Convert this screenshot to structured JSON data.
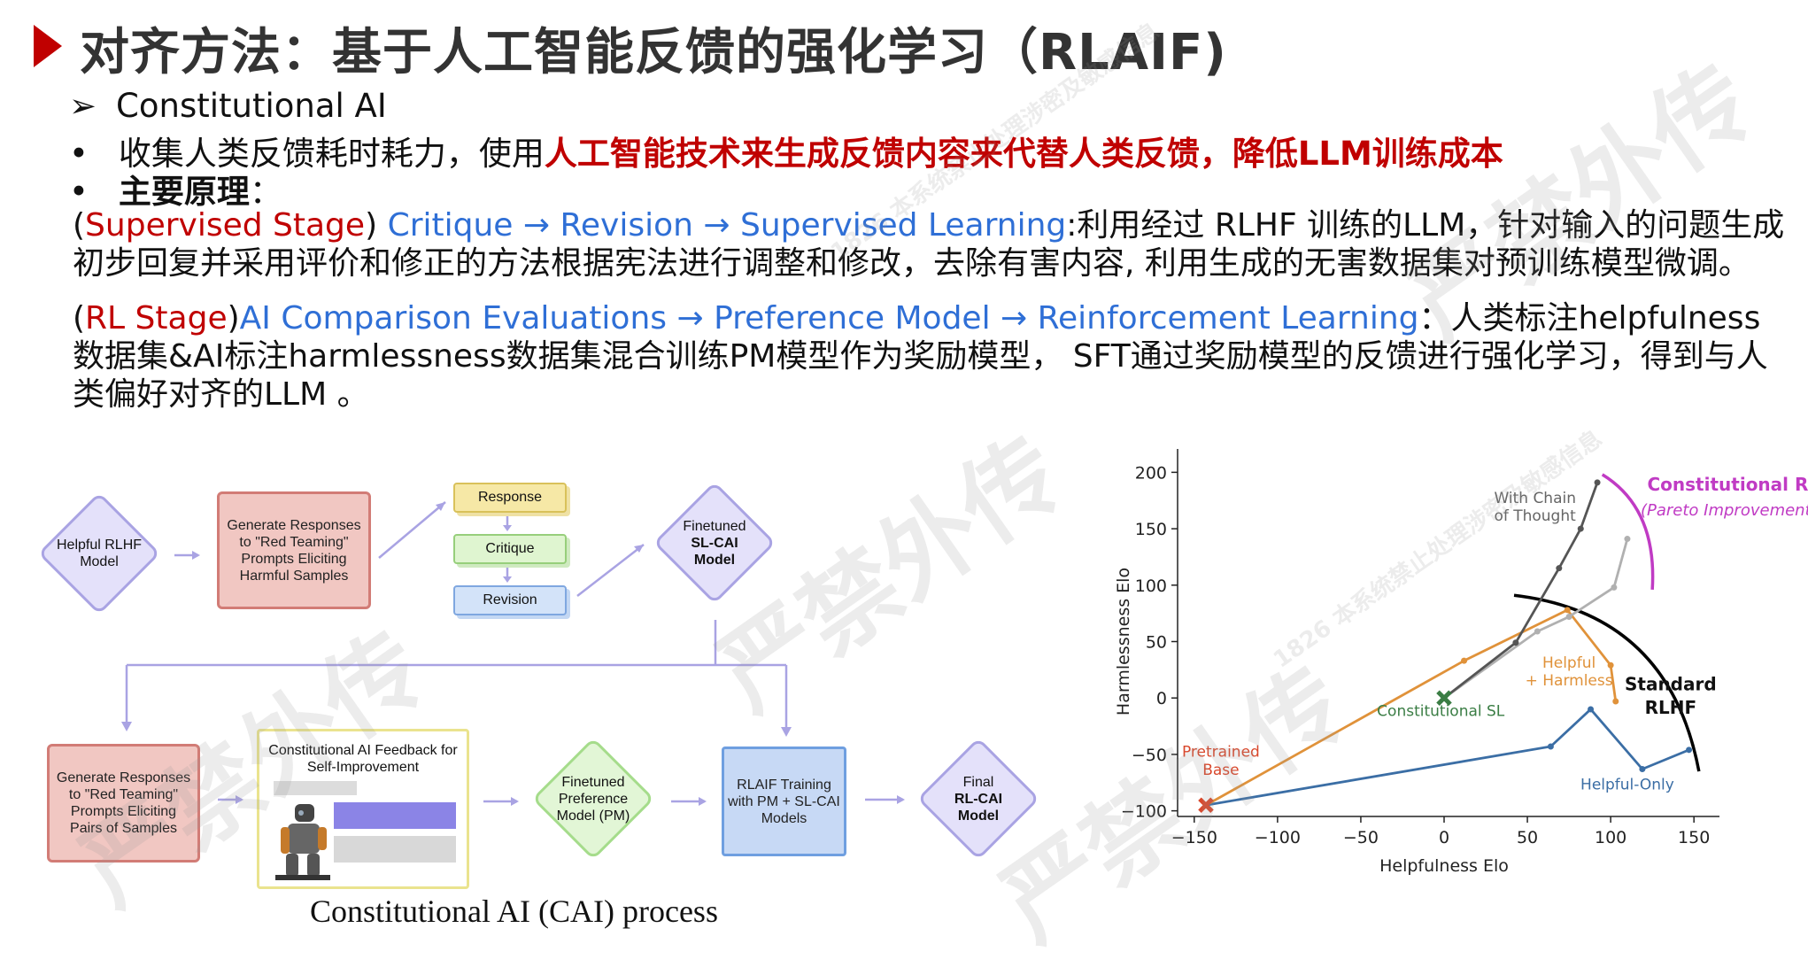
{
  "title": "对齐方法：基于人工智能反馈的强化学习（RLAIF)",
  "lines": {
    "l1_marker": "➢",
    "l1_text": "Constitutional AI",
    "l2_marker": "•",
    "l2_plain": "收集人类反馈耗时耗力，使用",
    "l2_red": "人工智能技术来生成反馈内容来代替人类反馈，降低LLM训练成本",
    "l3_marker": "•",
    "l3_bold": "主要原理",
    "l3_colon": "："
  },
  "para1": {
    "open": "(",
    "stage": "Supervised Stage",
    "close": ") ",
    "flow": "Critique → Revision → Supervised Learning",
    "text": ":利用经过 RLHF 训练的LLM，针对输入的问题生成初步回复并采用评价和修正的方法根据宪法进行调整和修改，去除有害内容, 利用生成的无害数据集对预训练模型微调。"
  },
  "para2": {
    "open": "(",
    "stage": "RL Stage",
    "close": ")",
    "flow": "AI Comparison Evaluations → Preference Model → Reinforcement Learning",
    "text": "：人类标注helpfulness数据集&AI标注harmlessness数据集混合训练PM模型作为奖励模型， SFT通过奖励模型的反馈进行强化学习，得到与人类偏好对齐的LLM 。"
  },
  "watermark": {
    "big": "严禁外传",
    "small": "1826 本系统禁止处理涉密及敏感信息"
  },
  "diagram": {
    "helpful_rlhf": "Helpful RLHF Model",
    "gen1": "Generate Responses to \"Red Teaming\" Prompts Eliciting Harmful Samples",
    "response": "Response",
    "critique": "Critique",
    "revision": "Revision",
    "sl_cai_l1": "Finetuned",
    "sl_cai_l2": "SL-CAI",
    "sl_cai_l3": "Model",
    "gen2": "Generate Responses to \"Red Teaming\" Prompts Eliciting Pairs of Samples",
    "feedback_title": "Constitutional AI Feedback for Self-Improvement",
    "pm": "Finetuned Preference Model (PM)",
    "rlaif": "RLAIF Training with PM + SL-CAI Models",
    "final_l1": "Final",
    "final_l2": "RL-CAI",
    "final_l3": "Model",
    "caption": "Constitutional AI (CAI) process"
  },
  "chart_data": {
    "type": "line",
    "xlabel": "Helpfulness Elo",
    "ylabel": "Harmlessness Elo",
    "xlim": [
      -160,
      160
    ],
    "ylim": [
      -105,
      205
    ],
    "xticks": [
      -150,
      -100,
      -50,
      0,
      50,
      100,
      150
    ],
    "yticks": [
      -100,
      -50,
      0,
      50,
      100,
      150,
      200
    ],
    "series": [
      {
        "name": "Helpful-Only",
        "color": "#3b6ea5",
        "points": [
          [
            -143,
            -95
          ],
          [
            64,
            -43
          ],
          [
            88,
            -10
          ],
          [
            119,
            -63
          ],
          [
            147,
            -46
          ]
        ]
      },
      {
        "name": "Helpful + Harmless",
        "color": "#e0923a",
        "points": [
          [
            -143,
            -95
          ],
          [
            12,
            33
          ],
          [
            74,
            78
          ],
          [
            100,
            29
          ],
          [
            103,
            -3
          ]
        ]
      },
      {
        "name": "With Chain of Thought (gray)",
        "color": "#b0b0b0",
        "points": [
          [
            0,
            0
          ],
          [
            56,
            59
          ],
          [
            75,
            72
          ],
          [
            102,
            98
          ],
          [
            110,
            141
          ]
        ]
      },
      {
        "name": "With Chain of Thought (dark)",
        "color": "#555555",
        "points": [
          [
            0,
            0
          ],
          [
            43,
            49
          ],
          [
            69,
            115
          ],
          [
            82,
            150
          ],
          [
            92,
            191
          ]
        ]
      }
    ],
    "markers": [
      {
        "label": "Pretrained Base",
        "x": -143,
        "y": -95,
        "color": "#d9472b"
      },
      {
        "label": "Constitutional SL",
        "x": 0,
        "y": 0,
        "color": "#3a7d44"
      }
    ],
    "annotations": {
      "constitutional_rl": "Constitutional RL",
      "pareto": "(Pareto Improvement)",
      "chain_l1": "With Chain",
      "chain_l2": "of Thought",
      "standard_l1": "Standard",
      "standard_l2": "RLHF",
      "helpful_harmless_l1": "Helpful",
      "helpful_harmless_l2": "+ Harmless",
      "helpful_only": "Helpful-Only",
      "constitutional_sl": "Constitutional SL",
      "pretrained_l1": "Pretrained",
      "pretrained_l2": "Base"
    },
    "colors": {
      "constitutional_rl": "#c03bc4",
      "standard_rlhf": "#000000"
    }
  }
}
